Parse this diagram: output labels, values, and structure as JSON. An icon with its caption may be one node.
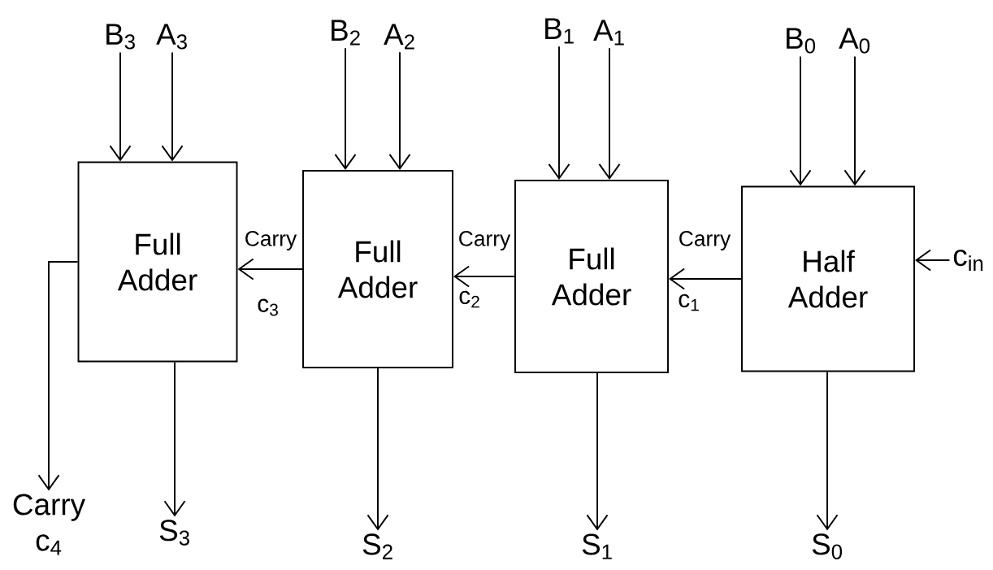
{
  "diagram": {
    "nodes": [
      {
        "text": [
          "B$_{3}$"
        ]
      },
      {
        "text": [
          "A$_{3}$"
        ]
      },
      {
        "text": [
          "B$_{2}$"
        ]
      },
      {
        "text": [
          "A$_{2}$"
        ]
      },
      {
        "text": [
          "B$_{1}$"
        ]
      },
      {
        "text": [
          "A$_{1}$"
        ]
      },
      {
        "text": [
          "B$_{0}$"
        ]
      },
      {
        "text": [
          "A$_{0}$"
        ]
      },
      {
        "text": [
          "Full Adder"
        ]
      },
      {
        "text": [
          "Full Adder"
        ]
      },
      {
        "text": [
          "Full Adder"
        ]
      },
      {
        "text": [
          "Half Adder"
        ]
      },
      {
        "text": [
          "c$_{in}$"
        ]
      },
      {
        "text": [
          "Carry c$_{4}$"
        ]
      },
      {
        "text": [
          "S$_{3}$"
        ]
      },
      {
        "text": [
          "S$_{2}$"
        ]
      },
      {
        "text": [
          "S$_{1}$"
        ]
      },
      {
        "text": [
          "S$_{0}$"
        ]
      }
    ],
    "edges": [
      {
        "from": 0,
        "to": 8,
        "arrow": "to"
      },
      {
        "from": 1,
        "to": 8,
        "arrow": "to"
      },
      {
        "from": 2,
        "to": 9,
        "arrow": "to"
      },
      {
        "from": 3,
        "to": 9,
        "arrow": "to"
      },
      {
        "from": 4,
        "to": 10,
        "arrow": "to"
      },
      {
        "from": 5,
        "to": 10,
        "arrow": "to"
      },
      {
        "from": 6,
        "to": 11,
        "arrow": "to"
      },
      {
        "from": 7,
        "to": 11,
        "arrow": "to"
      },
      {
        "from": 12,
        "to": 11,
        "arrow": "to"
      },
      {
        "from": 11,
        "to": 10,
        "arrow": "to",
        "label": "Carry"
      },
      {
        "from": 10,
        "to": 9,
        "arrow": "to",
        "label": "Carry"
      },
      {
        "from": 9,
        "to": 8,
        "arrow": "to",
        "label": "Carry"
      },
      {
        "from": 8,
        "to": 13,
        "arrow": "to"
      },
      {
        "from": 8,
        "to": 14,
        "arrow": "to"
      },
      {
        "from": 9,
        "to": 15,
        "arrow": "to"
      },
      {
        "from": 10,
        "to": 16,
        "arrow": "to"
      },
      {
        "from": 11,
        "to": 17,
        "arrow": "to"
      }
    ],
    "labels": [
      "c$_{3}$",
      "c$_{2}$",
      "c$_{1}$"
    ]
  }
}
